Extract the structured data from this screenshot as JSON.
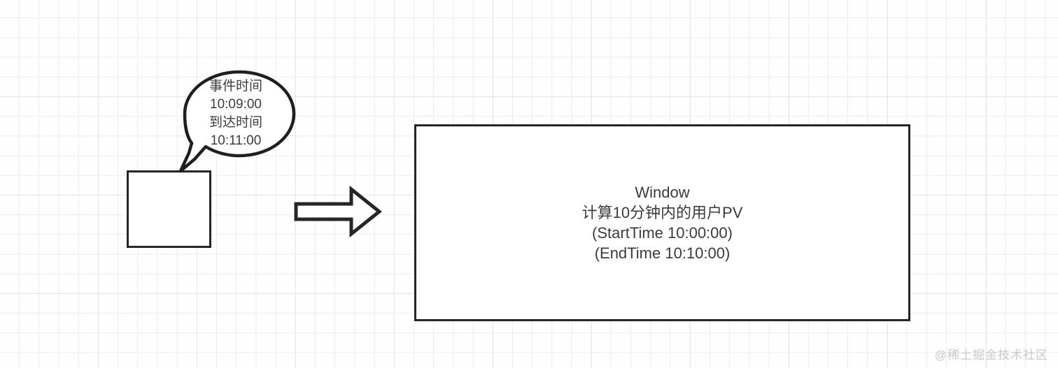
{
  "diagram": {
    "title": "Flink Window event-time diagram",
    "background": {
      "color": "#fefefe",
      "grid_color": "#ececec"
    },
    "stroke_color": "#262626",
    "text_color": "#3b3b3b",
    "source_square": {
      "label": "",
      "fill": "#ffffff"
    },
    "speech_bubble": {
      "lines": [
        "事件时间",
        "10:09:00",
        "到达时间",
        "10:11:00"
      ],
      "line1": "事件时间",
      "line2": "10:09:00",
      "line3": "到达时间",
      "line4": "10:11:00"
    },
    "arrow": {
      "direction": "right",
      "icon": "block-arrow-right-icon"
    },
    "window_box": {
      "lines": [
        "Window",
        "计算10分钟内的用户PV",
        "(StartTime 10:00:00)",
        "(EndTime 10:10:00)"
      ],
      "line1": "Window",
      "line2": "计算10分钟内的用户PV",
      "line3": "(StartTime 10:00:00)",
      "line4": "(EndTime 10:10:00)"
    },
    "watermark": {
      "text": "@稀土掘金技术社区",
      "color": "#c9c9c9"
    }
  }
}
